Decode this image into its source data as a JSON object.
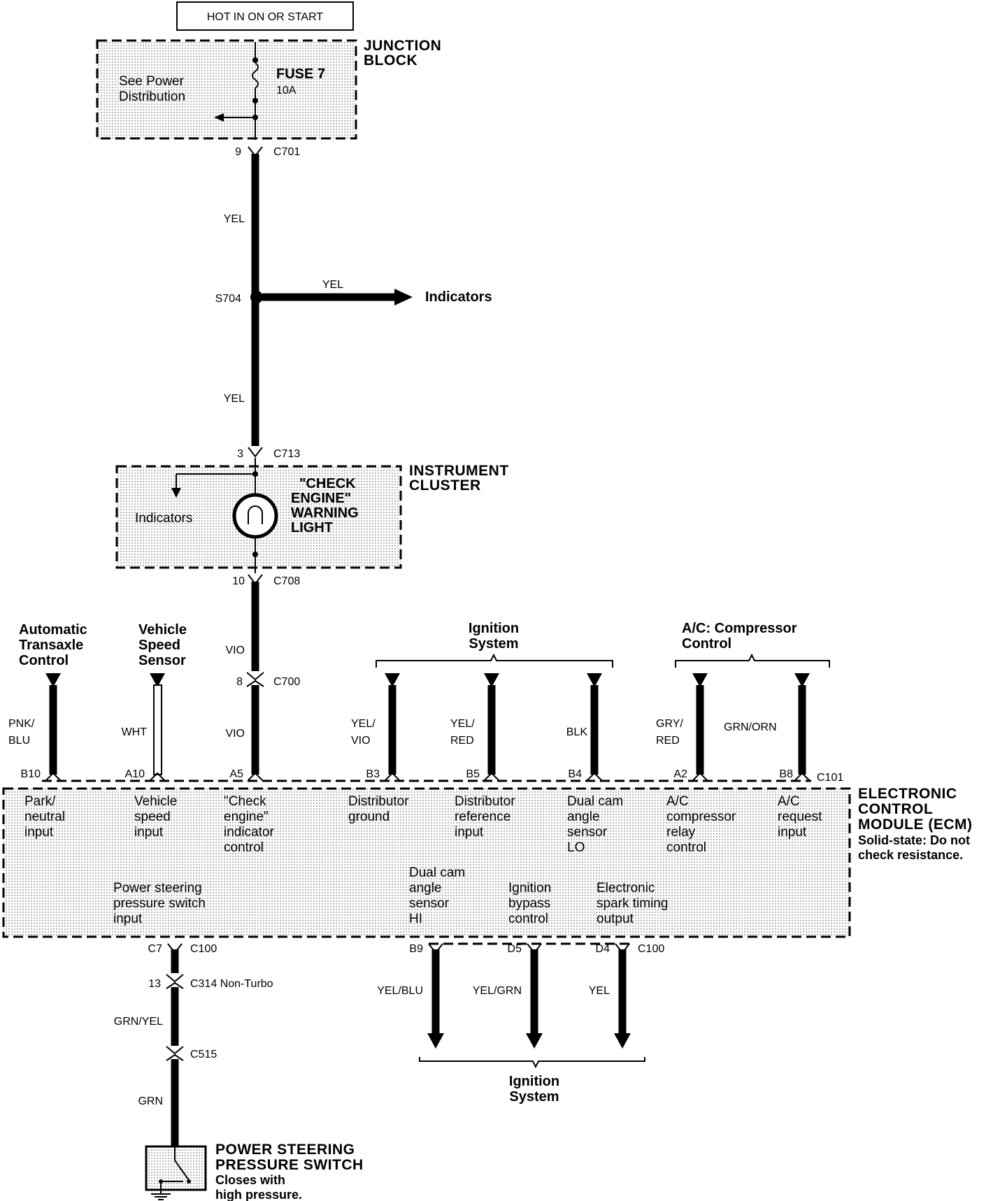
{
  "top": {
    "power_label": "HOT IN ON OR START"
  },
  "junction_block": {
    "title_1": "JUNCTION",
    "title_2": "BLOCK",
    "see_1": "See Power",
    "see_2": "Distribution",
    "fuse_name": "FUSE 7",
    "fuse_rating": "10A"
  },
  "connectors": {
    "c701_pin": "9",
    "c701": "C701",
    "s704": "S704",
    "c713_pin": "3",
    "c713": "C713",
    "c708_pin": "10",
    "c708": "C708",
    "c700_pin": "8",
    "c700": "C700",
    "c101": "C101",
    "c100_left_pin": "C7",
    "c100_left": "C100",
    "c314_pin": "13",
    "c314": "C314 Non-Turbo",
    "c515": "C515",
    "c100_right": "C100"
  },
  "wires": {
    "yel_top": "YEL",
    "yel_branch": "YEL",
    "yel_mid": "YEL",
    "vio_upper": "VIO",
    "vio_lower": "VIO",
    "pnk_blu_1": "PNK/",
    "pnk_blu_2": "BLU",
    "wht": "WHT",
    "yel_vio_1": "YEL/",
    "yel_vio_2": "VIO",
    "yel_red_1": "YEL/",
    "yel_red_2": "RED",
    "blk": "BLK",
    "gry_red_1": "GRY/",
    "gry_red_2": "RED",
    "grn_orn": "GRN/ORN",
    "grn_yel": "GRN/YEL",
    "grn": "GRN",
    "yel_blu": "YEL/BLU",
    "yel_grn": "YEL/GRN",
    "yel_low": "YEL"
  },
  "indicators_arrow_label": "Indicators",
  "instrument_cluster": {
    "title_1": "INSTRUMENT",
    "title_2": "CLUSTER",
    "indicators": "Indicators",
    "light_1": "\"CHECK",
    "light_2": "ENGINE\"",
    "light_3": "WARNING",
    "light_4": "LIGHT"
  },
  "sources": {
    "atc_1": "Automatic",
    "atc_2": "Transaxle",
    "atc_3": "Control",
    "vss_1": "Vehicle",
    "vss_2": "Speed",
    "vss_3": "Sensor",
    "ign_1": "Ignition",
    "ign_2": "System",
    "ac_1": "A/C: Compressor",
    "ac_2": "Control"
  },
  "pins": {
    "b10": "B10",
    "a10": "A10",
    "a5": "A5",
    "b3": "B3",
    "b5": "B5",
    "b4": "B4",
    "a2": "A2",
    "b8": "B8",
    "b9": "B9",
    "d5": "D5",
    "d4": "D4"
  },
  "ecm": {
    "title_1": "ELECTRONIC",
    "title_2": "CONTROL",
    "title_3": "MODULE (ECM)",
    "note_1": "Solid-state: Do not",
    "note_2": "check resistance.",
    "park_1": "Park/",
    "park_2": "neutral",
    "park_3": "input",
    "vs_1": "Vehicle",
    "vs_2": "speed",
    "vs_3": "input",
    "ce_1": "\"Check",
    "ce_2": "engine\"",
    "ce_3": "indicator",
    "ce_4": "control",
    "dg_1": "Distributor",
    "dg_2": "ground",
    "dr_1": "Distributor",
    "dr_2": "reference",
    "dr_3": "input",
    "dlo_1": "Dual cam",
    "dlo_2": "angle",
    "dlo_3": "sensor",
    "dlo_4": "LO",
    "acr_1": "A/C",
    "acr_2": "compressor",
    "acr_3": "relay",
    "acr_4": "control",
    "acq_1": "A/C",
    "acq_2": "request",
    "acq_3": "input",
    "ps_1": "Power steering",
    "ps_2": "pressure switch",
    "ps_3": "input",
    "dhi_1": "Dual cam",
    "dhi_2": "angle",
    "dhi_3": "sensor",
    "dhi_4": "HI",
    "ib_1": "Ignition",
    "ib_2": "bypass",
    "ib_3": "control",
    "est_1": "Electronic",
    "est_2": "spark timing",
    "est_3": "output"
  },
  "bottom_ignition": {
    "line_1": "Ignition",
    "line_2": "System"
  },
  "ps_switch": {
    "title_1": "POWER STEERING",
    "title_2": "PRESSURE SWITCH",
    "note_1": "Closes with",
    "note_2": "high pressure."
  }
}
